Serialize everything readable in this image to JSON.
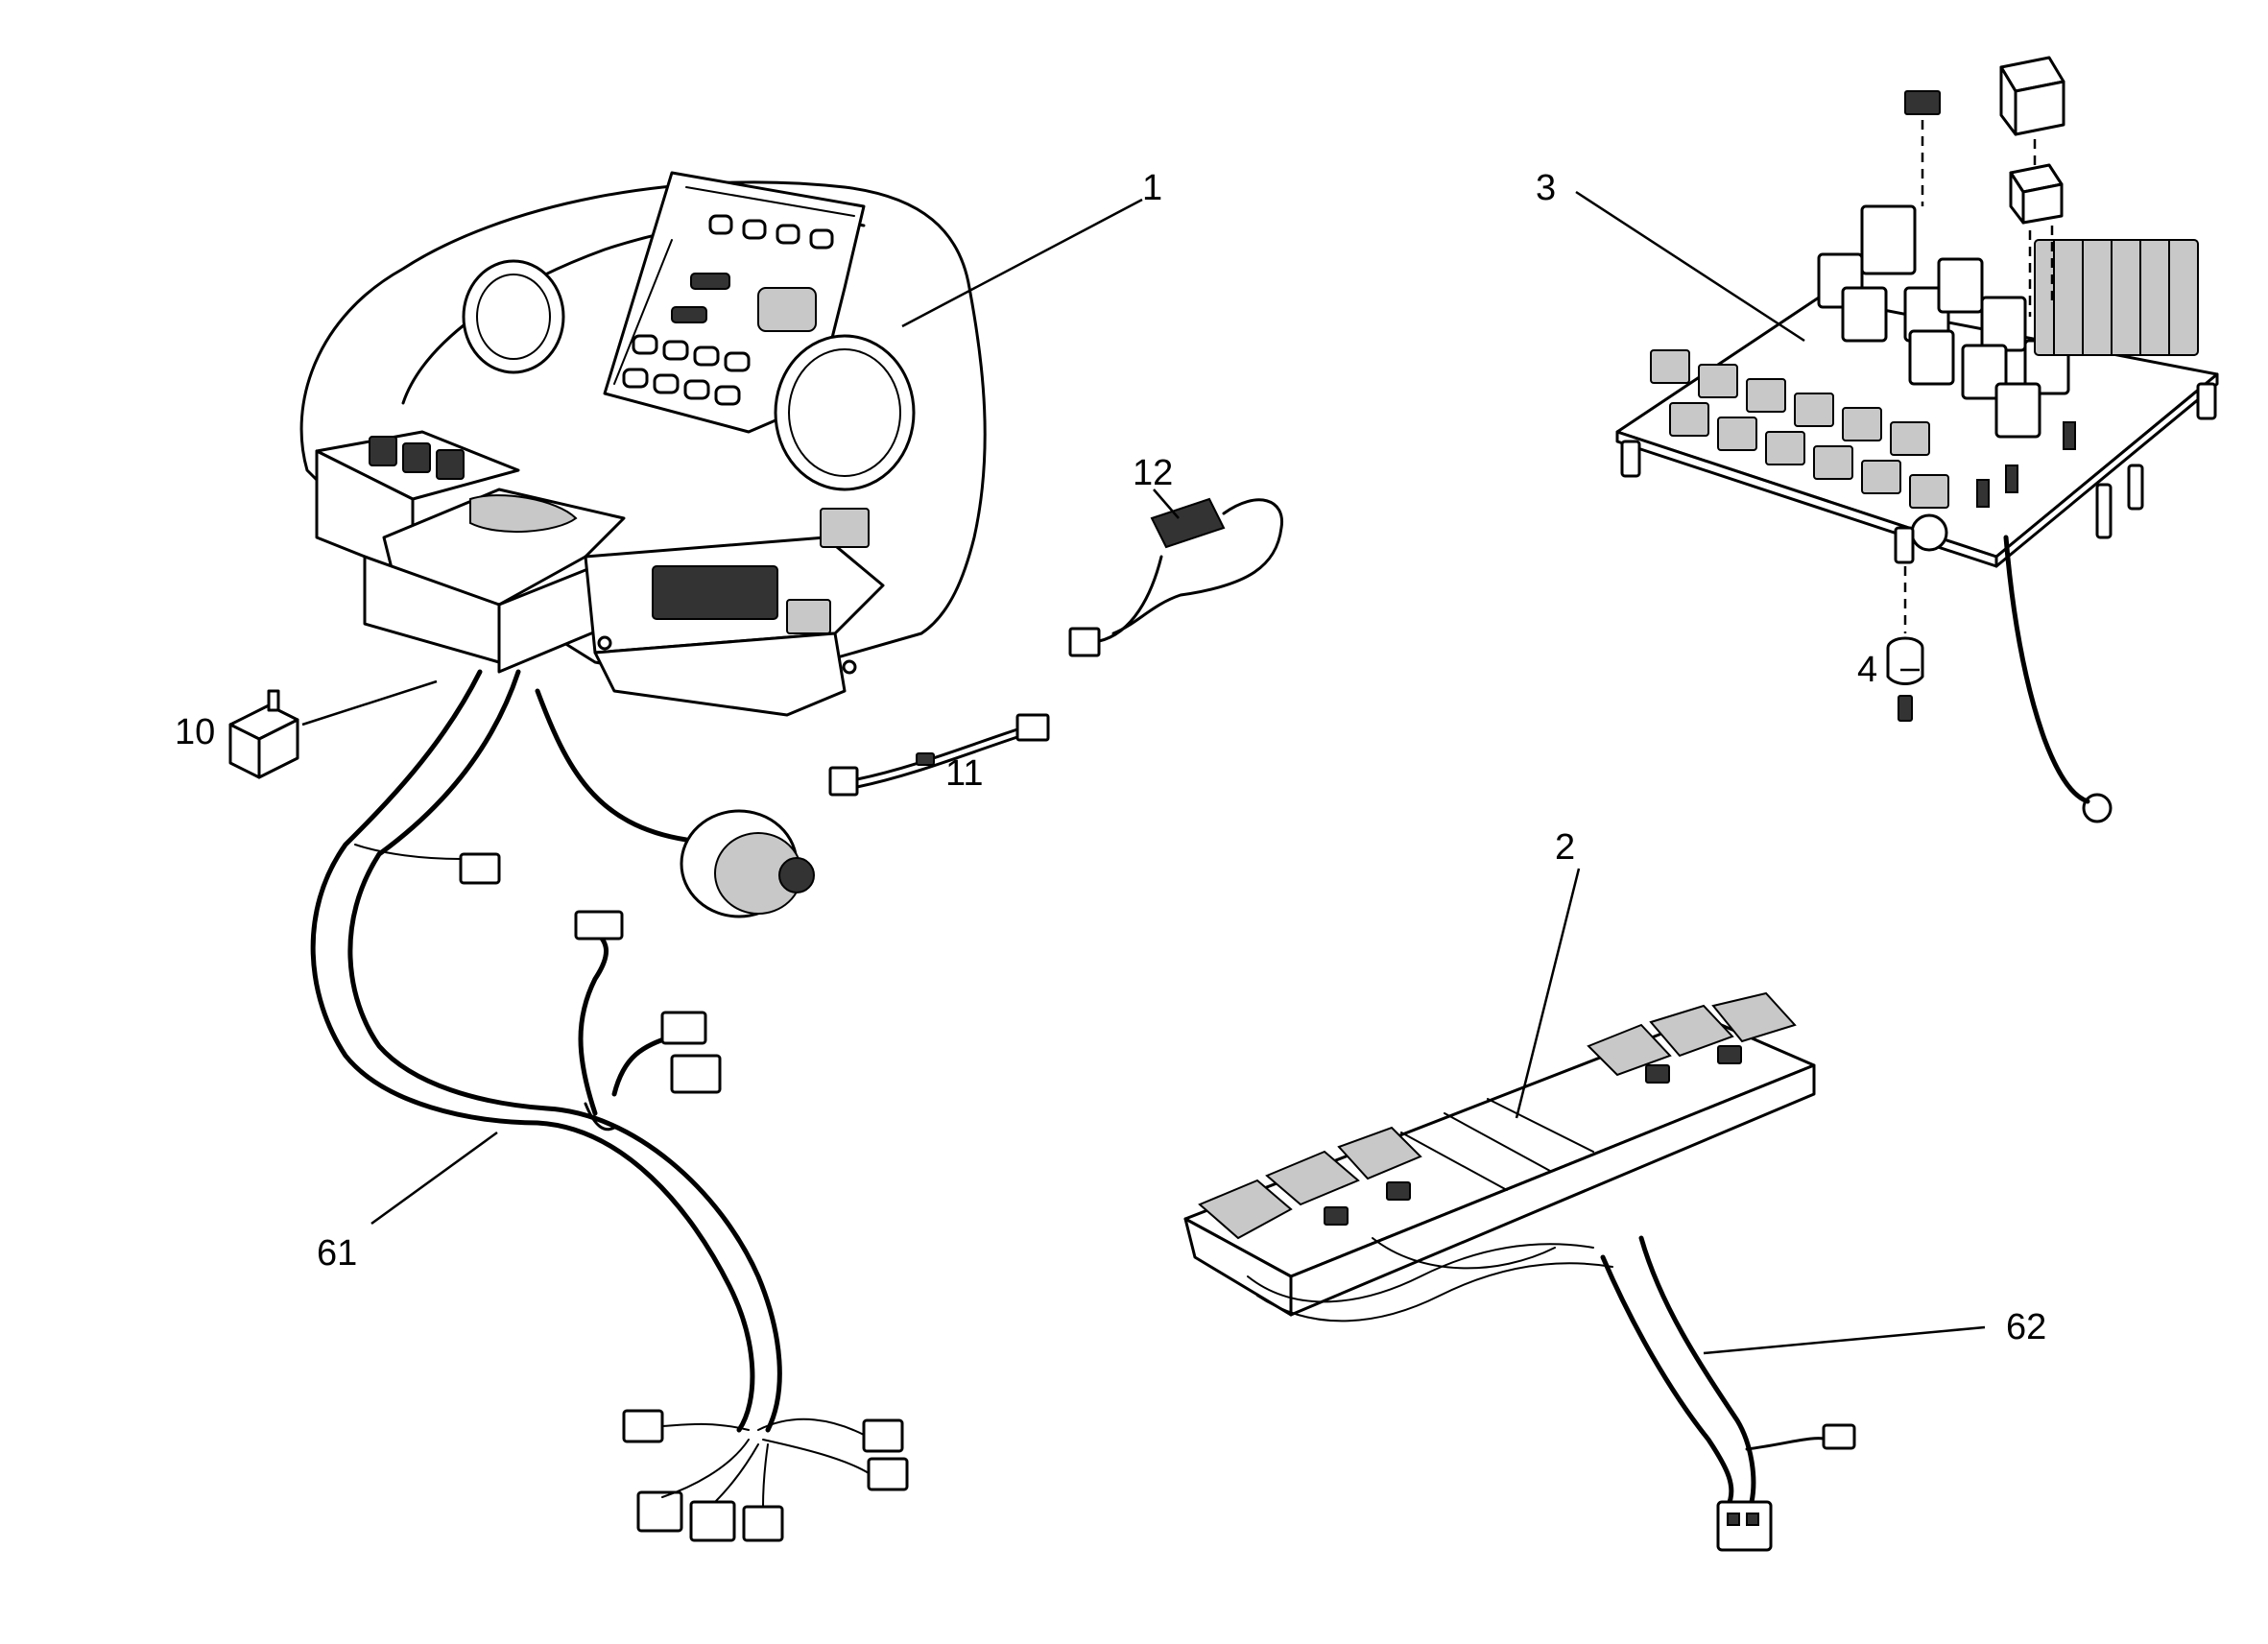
{
  "callouts": {
    "dashboard": "1",
    "switch_panel": "2",
    "fuse_relay_board": "3",
    "spacer": "4",
    "relay": "10",
    "adapter_cable": "11",
    "resistor_module": "12",
    "main_harness": "61",
    "switch_harness": "62"
  },
  "colors": {
    "ink": "#000000",
    "paper": "#ffffff",
    "shade": "#c8c8c8"
  }
}
